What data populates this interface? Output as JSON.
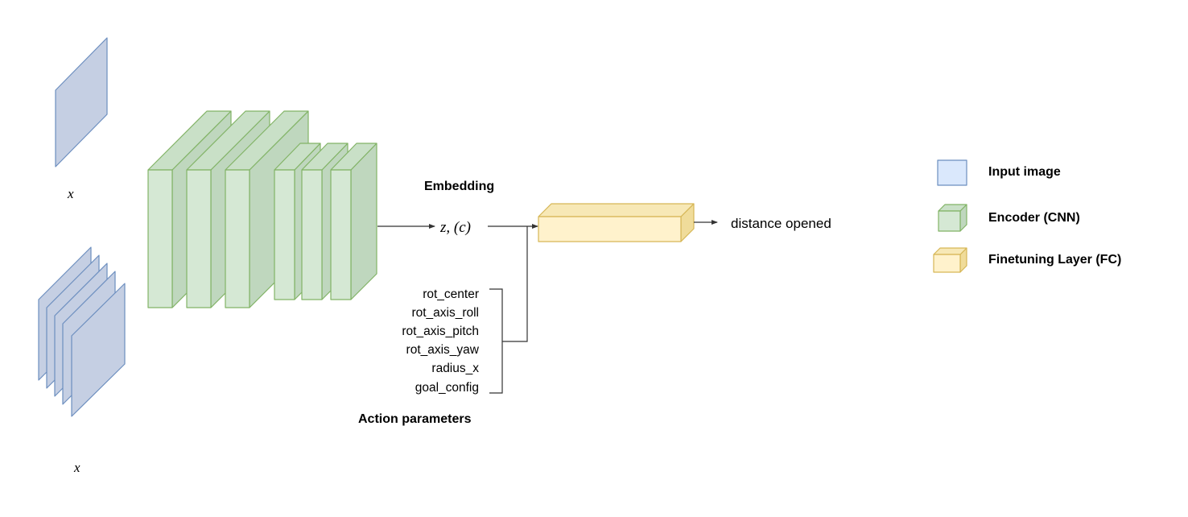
{
  "labels": {
    "input_single": "x",
    "input_stack": "x",
    "embedding_title": "Embedding",
    "embedding_var": "z, (c)",
    "output": "distance opened",
    "action_title": "Action parameters"
  },
  "action_params": [
    "rot_center",
    "rot_axis_roll",
    "rot_axis_pitch",
    "rot_axis_yaw",
    "radius_x",
    "goal_config"
  ],
  "legend": {
    "items": [
      {
        "label": "Input image"
      },
      {
        "label": "Encoder (CNN)"
      },
      {
        "label": "Finetuning Layer (FC)"
      }
    ]
  },
  "colors": {
    "input_fill": "#c5cfe3",
    "input_stroke": "#6c8ebf",
    "encoder_front": "#d5e8d4",
    "encoder_side": "#bfd7be",
    "encoder_top": "#c9e0c7",
    "encoder_stroke": "#82b366",
    "fc_front": "#fff2cc",
    "fc_side": "#f0dc9a",
    "fc_top": "#f7e8b6",
    "fc_stroke": "#d6b656",
    "legend_input_fill": "#dae8fc",
    "line": "#333333"
  }
}
